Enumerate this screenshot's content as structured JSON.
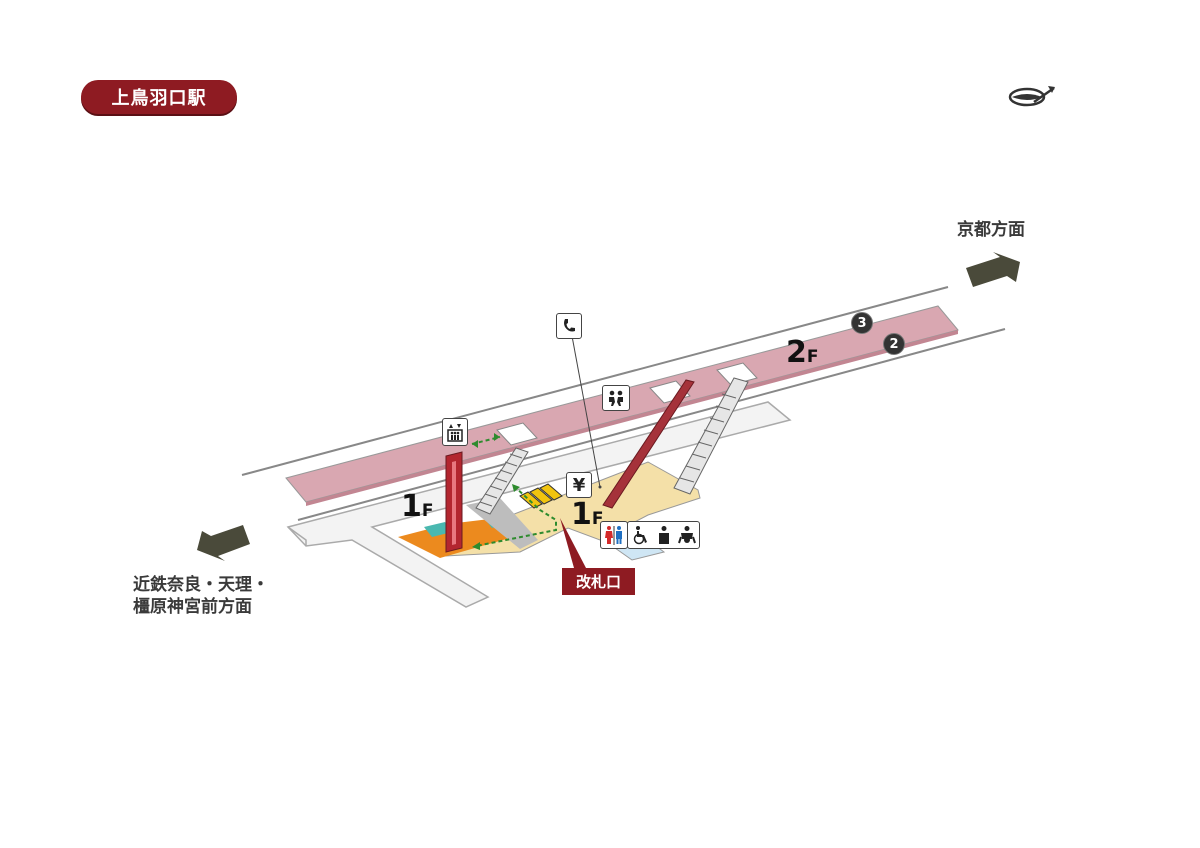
{
  "station": {
    "name": "上鳥羽口駅"
  },
  "directions": {
    "kyoto": "京都方面",
    "nara_line1": "近鉄奈良・天理・",
    "nara_line2": "橿原神宮前方面"
  },
  "floors": {
    "upper": "2",
    "lower_left": "1",
    "lower_right": "1",
    "suffix": "F"
  },
  "platforms": [
    "3",
    "2"
  ],
  "gate": {
    "label": "改札口"
  },
  "facility_icons": [
    "phone-icon",
    "elevator-icon",
    "ticket-machine-icon",
    "waiting-room-icon",
    "toilet-icon",
    "wheelchair-icon",
    "nursing-room-icon",
    "baby-care-icon"
  ],
  "colors": {
    "platform": "#d9a7b1",
    "concourse": "#f4e0a8",
    "station_title_bg": "#8e1b22",
    "elevator": "#b3262f",
    "arrow": "#4a4a3a",
    "route": "#2e8b2e",
    "toilet_men": "#1f6fc2",
    "toilet_women": "#d42a2a"
  }
}
